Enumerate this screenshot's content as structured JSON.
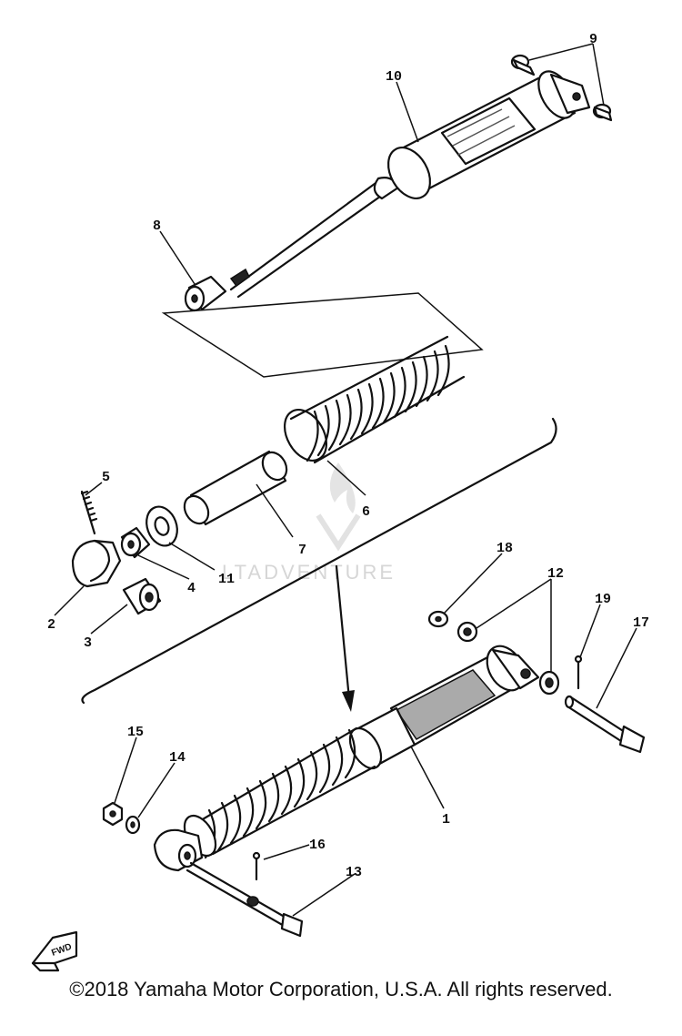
{
  "labels": {
    "1": "1",
    "2": "2",
    "3": "3",
    "4": "4",
    "5": "5",
    "6": "6",
    "7": "7",
    "8": "8",
    "9": "9",
    "10": "10",
    "11": "11",
    "12": "12",
    "13": "13",
    "14": "14",
    "15": "15",
    "16": "16",
    "17": "17",
    "18": "18",
    "19": "19"
  },
  "watermark": "LTADVENTURE",
  "direction_badge": "FWD",
  "copyright": "©2018 Yamaha Motor Corporation, U.S.A. All rights reserved."
}
